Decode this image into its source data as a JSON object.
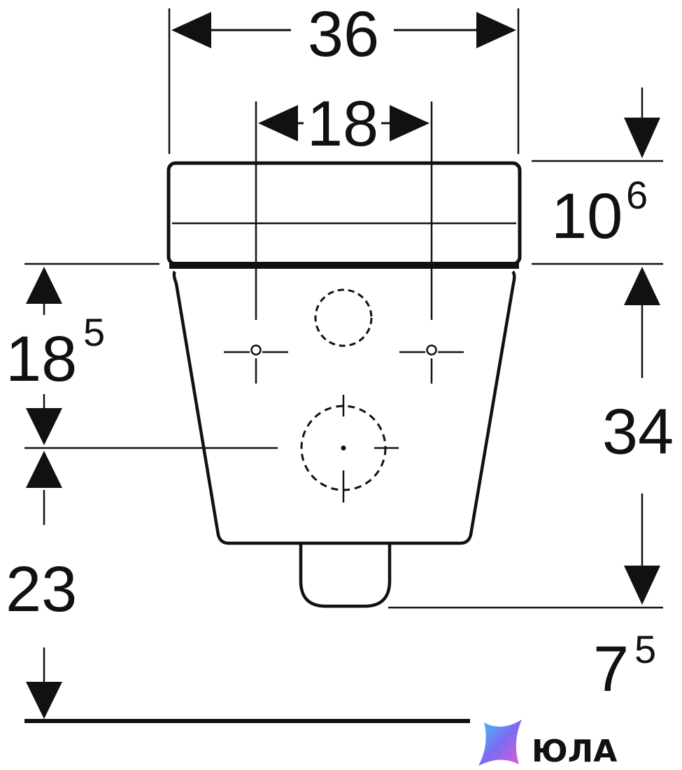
{
  "dimensions": {
    "overall_width": "36",
    "fixing_spacing": "18",
    "seat_height": {
      "base": "10",
      "sup": "6"
    },
    "fixing_height": {
      "base": "18",
      "sup": "5"
    },
    "drain_height": "23",
    "projection_height": "34",
    "bottom_offset": {
      "base": "7",
      "sup": "5"
    }
  },
  "brand": {
    "text": "ЮЛА"
  },
  "colors": {
    "line": "#111111",
    "background": "#ffffff"
  }
}
